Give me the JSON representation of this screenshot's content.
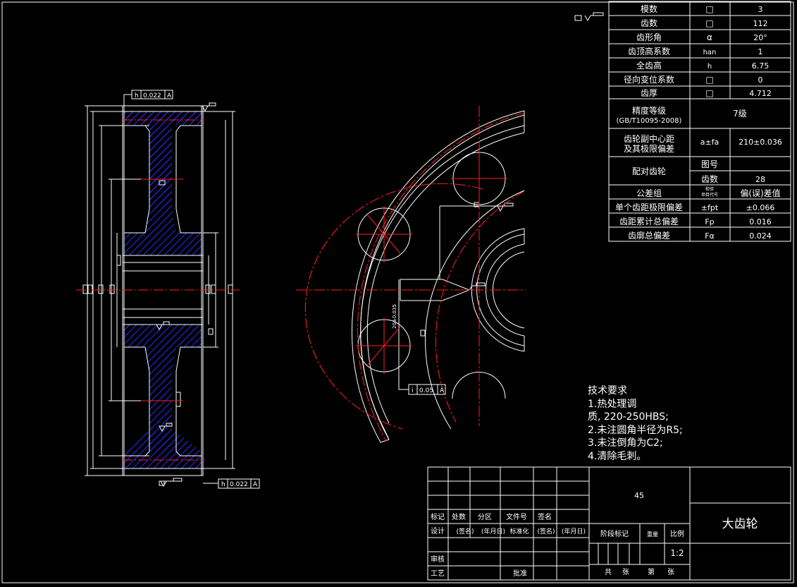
{
  "param_table": {
    "rows": [
      {
        "name": "模数",
        "symbol": "□",
        "value": "3"
      },
      {
        "name": "齿数",
        "symbol": "□",
        "value": "112"
      },
      {
        "name": "齿形角",
        "symbol": "α",
        "value": "20°"
      },
      {
        "name": "齿顶高系数",
        "symbol": "han",
        "value": "1"
      },
      {
        "name": "全齿高",
        "symbol": "h",
        "value": "6.75"
      },
      {
        "name": "径向变位系数",
        "symbol": "□",
        "value": "0"
      },
      {
        "name": "齿厚",
        "symbol": "□",
        "value": "4.712"
      }
    ],
    "precision_label": "精度等级",
    "precision_std": "(GB/T10095-2008)",
    "precision_value": "7级",
    "center_label_1": "齿轮副中心距",
    "center_label_2": "及其极限偏差",
    "center_symbol": "a±fa",
    "center_value": "210±0.036",
    "mating_label": "配对齿轮",
    "mating_drawing_label": "图号",
    "mating_teeth_label": "齿数",
    "mating_teeth_value": "28",
    "tol_group_label": "公差组",
    "tol_group_symbol_1": "检验",
    "tol_group_symbol_2": "项目代号",
    "tol_group_value": "偏(误)差值",
    "tol_rows": [
      {
        "name": "单个齿距极限偏差",
        "symbol": "±fpt",
        "value": "±0.066"
      },
      {
        "name": "齿距累计总偏差",
        "symbol": "Fp",
        "value": "0.016"
      },
      {
        "name": "齿廓总偏差",
        "symbol": "Fα",
        "value": "0.024"
      }
    ]
  },
  "surface_mark": "□▽",
  "annotations": {
    "top_tolerance_symbol": "h",
    "top_tolerance_value": "0.022",
    "top_tolerance_datum": "A",
    "bottom_tolerance_symbol": "h",
    "bottom_tolerance_value": "0.022",
    "bottom_tolerance_datum": "A",
    "front_tolerance_symbol": "i",
    "front_tolerance_value": "0.05",
    "front_tolerance_datum": "A",
    "keyway_dim": "20±0.035",
    "datum_box": "A"
  },
  "tech_requirements": {
    "title": "技术要求",
    "lines": [
      "1.热处理调",
      "质, 220-250HBS;",
      "2.未注圆角半径为R5;",
      "3.未注倒角为C2;",
      "4.清除毛刺。"
    ]
  },
  "title_block": {
    "material": "45",
    "part_name": "大齿轮",
    "scale_value": "1:2",
    "labels": {
      "biaoji": "标记",
      "chushu": "处数",
      "fenqu": "分区",
      "wenjianhao": "文件号",
      "qianming": "签名",
      "sheji": "设计",
      "qianming_paren": "(签名)",
      "nianyueri": "(年月日)",
      "biaozhunhua": "标准化",
      "qianming_paren2": "(签名)",
      "nianyueri2": "(年月日)",
      "shenhe": "审核",
      "gongyi": "工艺",
      "pizhun": "批准",
      "jieduanbiaoji": "阶段标记",
      "zhongliang": "重量",
      "bili": "比例",
      "gong": "共",
      "zhang": "张",
      "di": "第",
      "zhang2": "张"
    }
  },
  "colors": {
    "background": "#000000",
    "line": "#ffffff",
    "center_line": "#ff2020",
    "hatch": "#2a2aff"
  }
}
